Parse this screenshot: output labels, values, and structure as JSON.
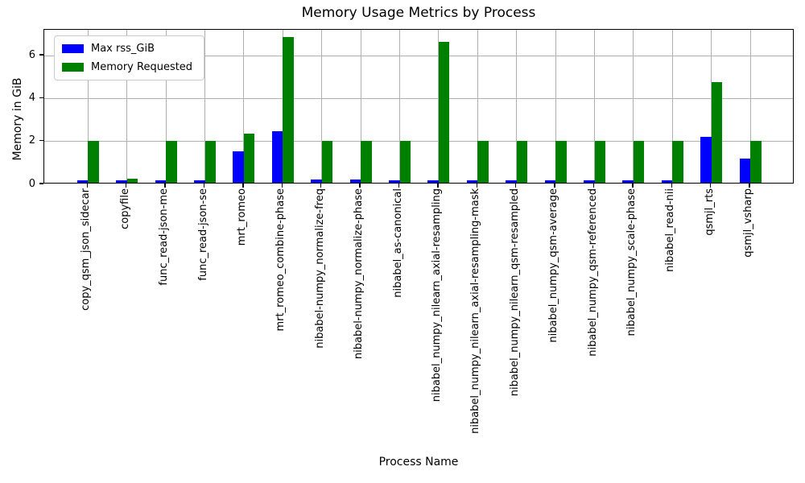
{
  "chart_data": {
    "type": "bar",
    "title": "Memory Usage Metrics by Process",
    "xlabel": "Process Name",
    "ylabel": "Memory in GiB",
    "ylim": [
      0,
      7.2
    ],
    "yticks": [
      0,
      2,
      4,
      6
    ],
    "grid": true,
    "legend_position": "upper-left",
    "categories": [
      "copy_qsm_json_sidecar",
      "copyfile",
      "func_read-json-me",
      "func_read-json-se",
      "mrt_romeo",
      "mrt_romeo_combine-phase",
      "nibabel-numpy_normalize-freq",
      "nibabel-numpy_normalize-phase",
      "nibabel_as-canonical",
      "nibabel_numpy_nilearn_axial-resampling",
      "nibabel_numpy_nilearn_axial-resampling-mask",
      "nibabel_numpy_nilearn_qsm-resampled",
      "nibabel_numpy_qsm-average",
      "nibabel_numpy_qsm-referenced",
      "nibabel_numpy_scale-phase",
      "nibabel_read-nii",
      "qsmjl_rts",
      "qsmjl_vsharp"
    ],
    "series": [
      {
        "name": "Max rss_GiB",
        "color": "#0000ff",
        "values": [
          0.12,
          0.12,
          0.12,
          0.12,
          1.45,
          2.4,
          0.15,
          0.15,
          0.12,
          0.12,
          0.12,
          0.12,
          0.12,
          0.12,
          0.12,
          0.1,
          2.15,
          1.12
        ]
      },
      {
        "name": "Memory Requested",
        "color": "#008000",
        "values": [
          1.95,
          0.2,
          1.95,
          1.95,
          2.3,
          6.8,
          1.95,
          1.95,
          1.95,
          6.55,
          1.95,
          1.95,
          1.95,
          1.95,
          1.95,
          1.95,
          4.7,
          1.95
        ]
      }
    ]
  }
}
